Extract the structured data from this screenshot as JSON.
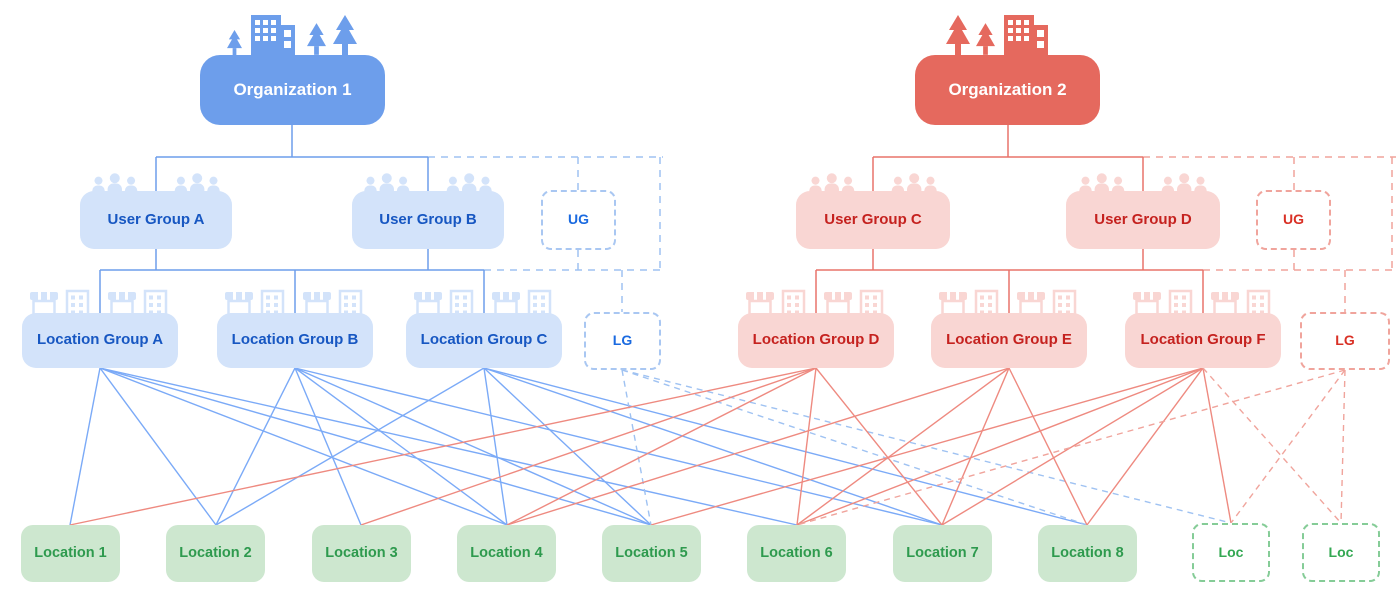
{
  "nodes": {
    "org1": {
      "label": "Organization 1"
    },
    "org2": {
      "label": "Organization 2"
    },
    "ugA": {
      "label": "User Group A"
    },
    "ugB": {
      "label": "User Group B"
    },
    "ugX1": {
      "label": "UG"
    },
    "ugC": {
      "label": "User Group C"
    },
    "ugD": {
      "label": "User Group D"
    },
    "ugX2": {
      "label": "UG"
    },
    "lgA": {
      "label": "Location Group A"
    },
    "lgB": {
      "label": "Location Group B"
    },
    "lgC": {
      "label": "Location Group C"
    },
    "lgX1": {
      "label": "LG"
    },
    "lgD": {
      "label": "Location Group D"
    },
    "lgE": {
      "label": "Location Group E"
    },
    "lgF": {
      "label": "Location Group F"
    },
    "lgX2": {
      "label": "LG"
    },
    "loc1": {
      "label": "Location 1"
    },
    "loc2": {
      "label": "Location 2"
    },
    "loc3": {
      "label": "Location 3"
    },
    "loc4": {
      "label": "Location 4"
    },
    "loc5": {
      "label": "Location 5"
    },
    "loc6": {
      "label": "Location 6"
    },
    "loc7": {
      "label": "Location 7"
    },
    "loc8": {
      "label": "Location 8"
    },
    "locX1": {
      "label": "Loc"
    },
    "locX2": {
      "label": "Loc"
    }
  },
  "colors": {
    "org_blue": "#6d9eeb",
    "light_blue": "#d3e3fa",
    "blue_text": "#1757c2",
    "blue_solid_line": "#7baaf7",
    "blue_dashed_line": "#9fc2f2",
    "tree_blue": "#6d9eeb",
    "org_red": "#e5695e",
    "light_red": "#f9d6d3",
    "red_text": "#c5221f",
    "red_solid_line": "#ee8a80",
    "red_dashed_line": "#f0a49c",
    "tree_red": "#e8736a",
    "green_fill": "#cde7cf",
    "green_text": "#2e9a4e",
    "green_border": "#85cc97"
  },
  "connections": {
    "blue_solid": [
      [
        "lgA",
        "loc1"
      ],
      [
        "lgA",
        "loc2"
      ],
      [
        "lgA",
        "loc4"
      ],
      [
        "lgA",
        "loc5"
      ],
      [
        "lgA",
        "loc6"
      ],
      [
        "lgB",
        "loc2"
      ],
      [
        "lgB",
        "loc3"
      ],
      [
        "lgB",
        "loc4"
      ],
      [
        "lgB",
        "loc5"
      ],
      [
        "lgB",
        "loc7"
      ],
      [
        "lgC",
        "loc2"
      ],
      [
        "lgC",
        "loc4"
      ],
      [
        "lgC",
        "loc5"
      ],
      [
        "lgC",
        "loc7"
      ],
      [
        "lgC",
        "loc8"
      ]
    ],
    "blue_dashed": [
      [
        "lgX1",
        "loc5"
      ],
      [
        "lgX1",
        "loc8"
      ],
      [
        "lgX1",
        "locX1"
      ]
    ],
    "red_solid": [
      [
        "lgD",
        "loc1"
      ],
      [
        "lgD",
        "loc3"
      ],
      [
        "lgD",
        "loc4"
      ],
      [
        "lgD",
        "loc6"
      ],
      [
        "lgD",
        "loc7"
      ],
      [
        "lgE",
        "loc4"
      ],
      [
        "lgE",
        "loc6"
      ],
      [
        "lgE",
        "loc7"
      ],
      [
        "lgE",
        "loc8"
      ],
      [
        "lgF",
        "loc5"
      ],
      [
        "lgF",
        "loc6"
      ],
      [
        "lgF",
        "loc7"
      ],
      [
        "lgF",
        "loc8"
      ],
      [
        "lgF",
        "locX1"
      ]
    ],
    "red_dashed": [
      [
        "lgX2",
        "loc6"
      ],
      [
        "lgX2",
        "locX1"
      ],
      [
        "lgX2",
        "locX2"
      ],
      [
        "lgF",
        "locX2"
      ]
    ]
  }
}
